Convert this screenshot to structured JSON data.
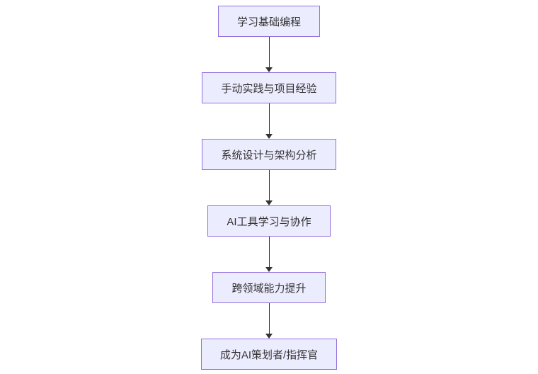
{
  "diagram": {
    "type": "flowchart",
    "direction": "top-down",
    "colors": {
      "background": "#FFFFFF",
      "node_fill": "#ECECFF",
      "node_border": "#9370DB",
      "node_text": "#333333",
      "arrow": "#333333"
    },
    "nodes": [
      {
        "id": "step-1",
        "label": "学习基础编程"
      },
      {
        "id": "step-2",
        "label": "手动实践与项目经验"
      },
      {
        "id": "step-3",
        "label": "系统设计与架构分析"
      },
      {
        "id": "step-4",
        "label": "AI工具学习与协作"
      },
      {
        "id": "step-5",
        "label": "跨领域能力提升"
      },
      {
        "id": "step-6",
        "label": "成为AI策划者/指挥官"
      }
    ],
    "edges": [
      {
        "from": "step-1",
        "to": "step-2"
      },
      {
        "from": "step-2",
        "to": "step-3"
      },
      {
        "from": "step-3",
        "to": "step-4"
      },
      {
        "from": "step-4",
        "to": "step-5"
      },
      {
        "from": "step-5",
        "to": "step-6"
      }
    ]
  }
}
